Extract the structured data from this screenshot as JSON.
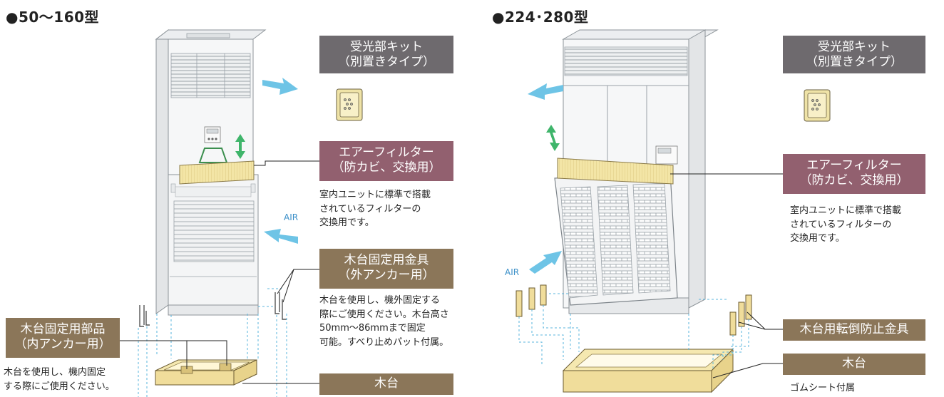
{
  "colors": {
    "receiver_label": "#6e6a6e",
    "filter_label": "#92606f",
    "wood_label": "#8b7659",
    "arrow_air": "#6ec4e6",
    "arrow_move": "#3fb56b",
    "dashed_guide": "#5ab4dc",
    "wood": "#f5e8b0"
  },
  "left": {
    "heading": "●50〜160型",
    "receiver_label": "受光部キット\n（別置きタイプ）",
    "filter_label": "エアーフィルター\n（防カビ、交換用）",
    "filter_desc": "室内ユニットに標準で搭載\nされているフィルターの\n交換用です。",
    "outer_anchor_label": "木台固定用金具\n（外アンカー用）",
    "outer_anchor_desc": "木台を使用し、機外固定する\n際にご使用ください。木台高さ\n50mm〜86mmまで固定\n可能。すべり止めパット付属。",
    "inner_anchor_label": "木台固定用部品\n（内アンカー用）",
    "inner_anchor_desc": "木台を使用し、機内固定\nする際にご使用ください。",
    "wood_base_label": "木台",
    "air": "AIR"
  },
  "right": {
    "heading": "●224･280型",
    "receiver_label": "受光部キット\n（別置きタイプ）",
    "filter_label": "エアーフィルター\n（防カビ、交換用）",
    "filter_desc": "室内ユニットに標準で搭載\nされているフィルターの\n交換用です。",
    "tip_prevent_label": "木台用転倒防止金具",
    "wood_base_label": "木台",
    "wood_base_desc": "ゴムシート付属",
    "air": "AIR"
  }
}
